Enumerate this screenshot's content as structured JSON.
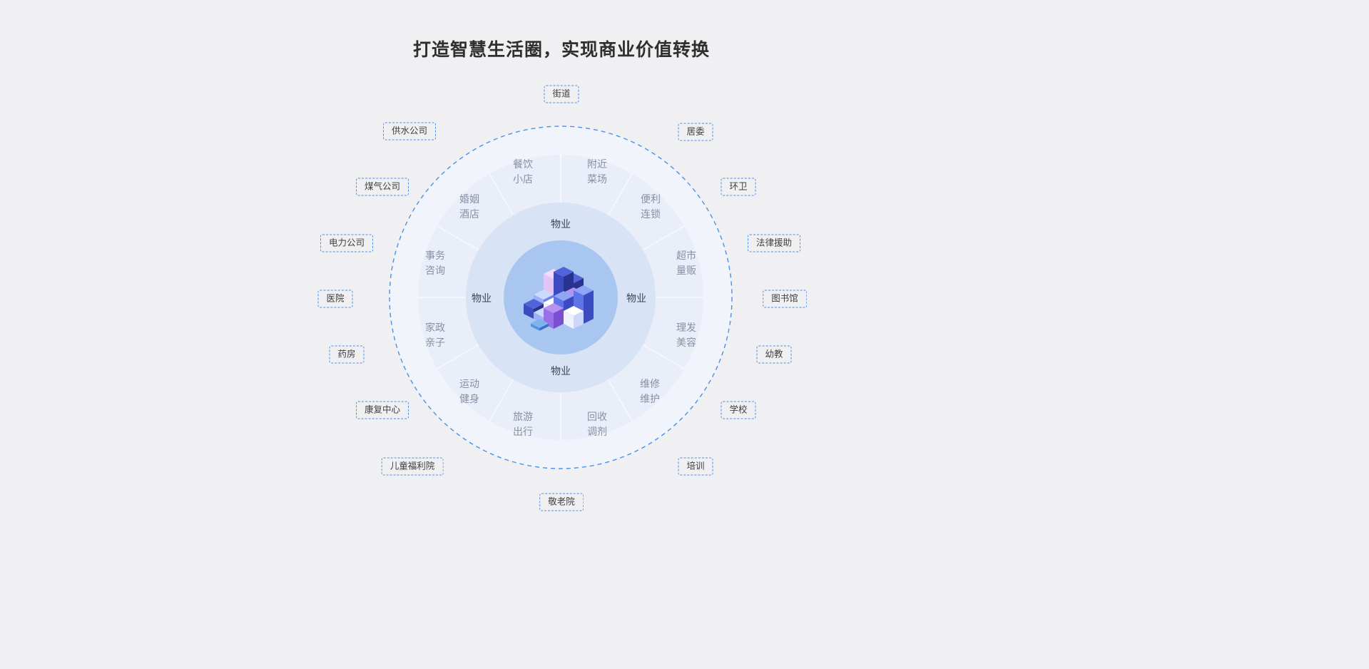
{
  "page": {
    "title": "打造智慧生活圈，实现商业价值转换"
  },
  "colors": {
    "page_bg": "#f0f0f2",
    "accent_blue": "#4a90e8",
    "outer_halo": "#f1f4fb",
    "services_ring": "#e9eef8",
    "property_ring": "#d8e3f6",
    "core_circle": "#a9c6f0",
    "divider_line": "#f4f7fc",
    "title_text": "#2f2f2f",
    "segment_text": "#8791a5",
    "property_text": "#3c465a",
    "node_text": "#404040"
  },
  "ring": {
    "property_label": "物业"
  },
  "segments": [
    {
      "name": "dining",
      "line1": "餐饮",
      "line2": "小店"
    },
    {
      "name": "market",
      "line1": "附近",
      "line2": "菜场"
    },
    {
      "name": "convenience",
      "line1": "便利",
      "line2": "连锁"
    },
    {
      "name": "supermarket",
      "line1": "超市",
      "line2": "量贩"
    },
    {
      "name": "beauty",
      "line1": "理发",
      "line2": "美容"
    },
    {
      "name": "maintenance",
      "line1": "维修",
      "line2": "维护"
    },
    {
      "name": "recycling",
      "line1": "回收",
      "line2": "调剂"
    },
    {
      "name": "travel",
      "line1": "旅游",
      "line2": "出行"
    },
    {
      "name": "fitness",
      "line1": "运动",
      "line2": "健身"
    },
    {
      "name": "housekeeping",
      "line1": "家政",
      "line2": "亲子"
    },
    {
      "name": "consulting",
      "line1": "事务",
      "line2": "咨询"
    },
    {
      "name": "wedding-hotel",
      "line1": "婚姻",
      "line2": "酒店"
    }
  ],
  "outer_nodes": [
    {
      "name": "street",
      "label": "街道"
    },
    {
      "name": "residents-committee",
      "label": "居委"
    },
    {
      "name": "sanitation",
      "label": "环卫"
    },
    {
      "name": "legal-aid",
      "label": "法律援助"
    },
    {
      "name": "library",
      "label": "图书馆"
    },
    {
      "name": "preschool-education",
      "label": "幼教"
    },
    {
      "name": "school",
      "label": "学校"
    },
    {
      "name": "training",
      "label": "培训"
    },
    {
      "name": "nursing-home",
      "label": "敬老院"
    },
    {
      "name": "children-welfare-institute",
      "label": "儿童福利院"
    },
    {
      "name": "rehabilitation-center",
      "label": "康复中心"
    },
    {
      "name": "pharmacy",
      "label": "药房"
    },
    {
      "name": "hospital",
      "label": "医院"
    },
    {
      "name": "electric-power-company",
      "label": "电力公司"
    },
    {
      "name": "gas-company",
      "label": "煤气公司"
    },
    {
      "name": "water-supply-company",
      "label": "供水公司"
    }
  ]
}
